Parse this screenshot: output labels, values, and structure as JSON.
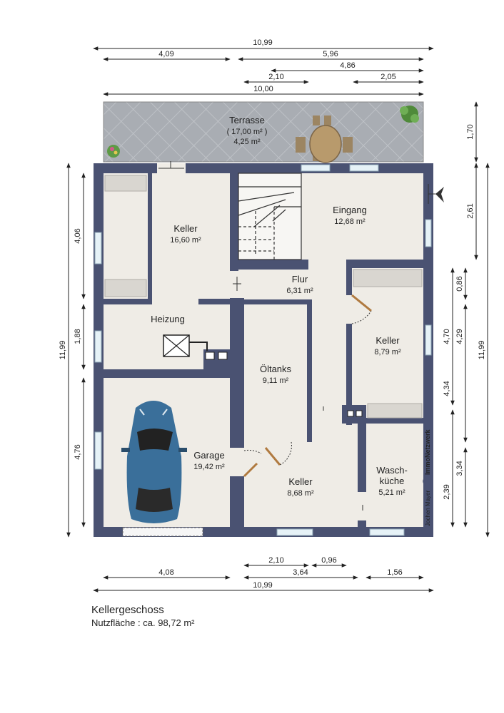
{
  "rooms": {
    "terrasse": {
      "name": "Terrasse",
      "sub": "( 17,00 m² )",
      "area": "4,25 m²"
    },
    "keller1": {
      "name": "Keller",
      "area": "16,60 m²"
    },
    "eingang": {
      "name": "Eingang",
      "area": "12,68 m²"
    },
    "flur": {
      "name": "Flur",
      "area": "6,31 m²"
    },
    "heizung": {
      "name": "Heizung"
    },
    "oeltanks": {
      "name": "Öltanks",
      "area": "9,11 m²"
    },
    "keller2": {
      "name": "Keller",
      "area": "8,79 m²"
    },
    "garage": {
      "name": "Garage",
      "area": "19,42 m²"
    },
    "keller3": {
      "name": "Keller",
      "area": "8,68 m²"
    },
    "waschkueche": {
      "name_1": "Wasch-",
      "name_2": "küche",
      "area": "5,21 m²"
    }
  },
  "dimensions": {
    "top_total": "10,99",
    "top_left": "4,09",
    "top_right": "5,96",
    "top_486": "4,86",
    "top_210": "2,10",
    "top_205": "2,05",
    "top_1000": "10,00",
    "bottom_210": "2,10",
    "bottom_096": "0,96",
    "bottom_408": "4,08",
    "bottom_364": "3,64",
    "bottom_156": "1,56",
    "bottom_total": "10,99",
    "left_406": "4,06",
    "left_188": "1,88",
    "left_476": "4,76",
    "left_total": "11,99",
    "right_170": "1,70",
    "right_261": "2,61",
    "right_086": "0,86",
    "right_470": "4,70",
    "right_429": "4,29",
    "right_434": "4,34",
    "right_334": "3,34",
    "right_239": "2,39",
    "right_total": "11,99"
  },
  "watermark": {
    "brand": "ImmoNetzwerk",
    "author": "Jochen Mayer"
  },
  "caption": {
    "title": "Kellergeschoss",
    "area": "Nutzfläche : ca. 98,72 m²"
  },
  "colors": {
    "wall": "#4a5272",
    "floor": "#efece6",
    "terrace": "#a8acb2"
  }
}
